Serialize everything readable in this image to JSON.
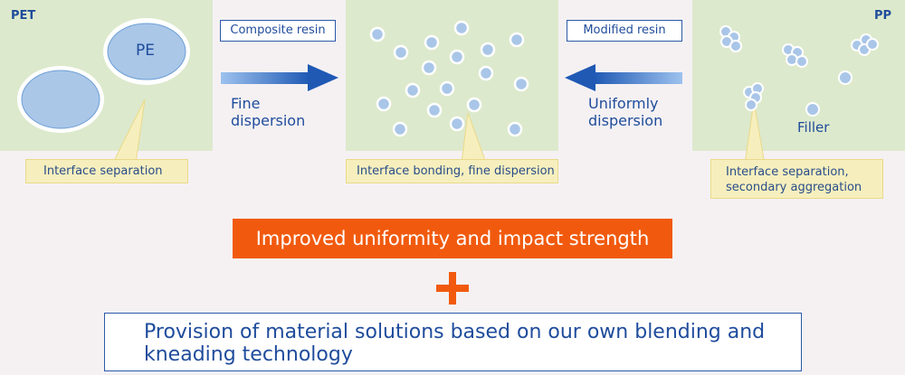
{
  "panels": {
    "left": {
      "tag": "PET",
      "bubble_label": "PE",
      "caption": "Interface separation"
    },
    "middle": {
      "caption": "Interface bonding, fine dispersion"
    },
    "right": {
      "tag": "PP",
      "filler_label": "Filler",
      "caption_line1": "Interface separation,",
      "caption_line2": "secondary aggregation"
    }
  },
  "arrows": {
    "left": {
      "box_label": "Composite resin",
      "text_line1": "Fine",
      "text_line2": "dispersion"
    },
    "right": {
      "box_label": "Modified resin",
      "text_line1": "Uniformly",
      "text_line2": "dispersion"
    }
  },
  "banner": {
    "text": "Improved uniformity and impact strength"
  },
  "result": {
    "line1": "Provision of material solutions based on our own blending and",
    "line2": "kneading technology"
  },
  "colors": {
    "panel_green": "#dde9cc",
    "accent_orange": "#f15a0e",
    "text_blue": "#1f4c9c",
    "caption_yellow": "#f6efbd",
    "particle_blue": "#a9c6e8"
  }
}
